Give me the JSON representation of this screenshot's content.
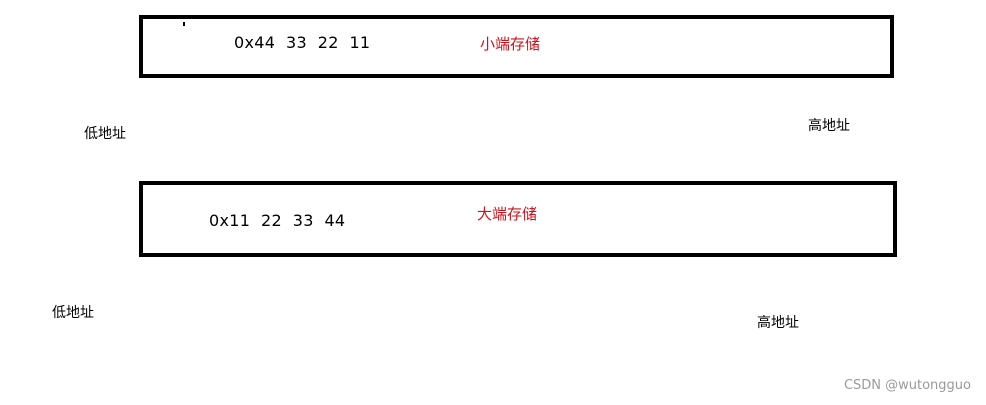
{
  "little_endian": {
    "bytes": "0x44  33  22  11",
    "label": "小端存储",
    "low_address": "低地址",
    "high_address": "高地址"
  },
  "big_endian": {
    "bytes": "0x11  22  33  44",
    "label": "大端存储",
    "low_address": "低地址",
    "high_address": "高地址"
  },
  "colors": {
    "label": "#d0121b",
    "border": "#000000",
    "watermark": "#9a9a9a"
  },
  "watermark": "CSDN @wutongguo"
}
